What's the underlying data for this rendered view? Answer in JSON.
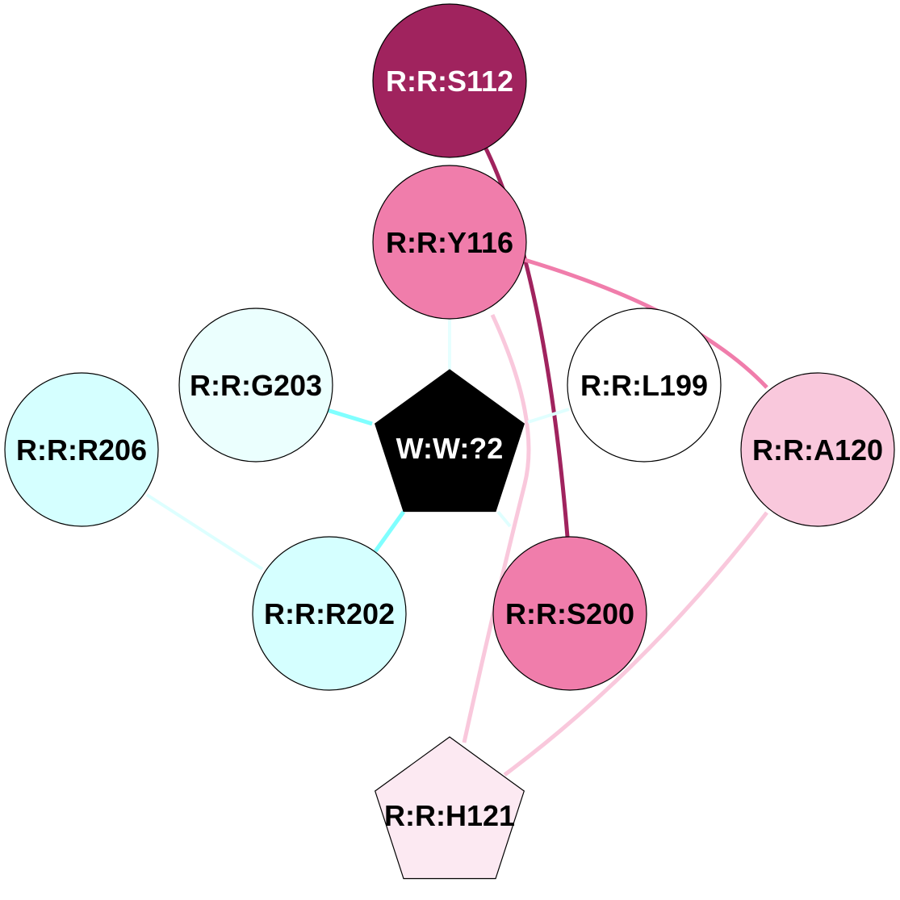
{
  "nodes": [
    {
      "id": "S112",
      "label": "R:R:S112",
      "shape": "circle",
      "fill": "#A0235E",
      "text_color": "#FFFFFF"
    },
    {
      "id": "Y116",
      "label": "R:R:Y116",
      "shape": "circle",
      "fill": "#F07DAB",
      "text_color": "#000000"
    },
    {
      "id": "G203",
      "label": "R:R:G203",
      "shape": "circle",
      "fill": "#EBFFFE",
      "text_color": "#000000"
    },
    {
      "id": "L199",
      "label": "R:R:L199",
      "shape": "circle",
      "fill": "#FFFFFF",
      "text_color": "#000000"
    },
    {
      "id": "R206",
      "label": "R:R:R206",
      "shape": "circle",
      "fill": "#D5FFFF",
      "text_color": "#000000"
    },
    {
      "id": "A120",
      "label": "R:R:A120",
      "shape": "circle",
      "fill": "#F9C8DC",
      "text_color": "#000000"
    },
    {
      "id": "W2",
      "label": "W:W:?2",
      "shape": "pentagon",
      "fill": "#000000",
      "text_color": "#FFFFFF"
    },
    {
      "id": "R202",
      "label": "R:R:R202",
      "shape": "circle",
      "fill": "#D5FFFF",
      "text_color": "#000000"
    },
    {
      "id": "S200",
      "label": "R:R:S200",
      "shape": "circle",
      "fill": "#F07DAB",
      "text_color": "#000000"
    },
    {
      "id": "H121",
      "label": "R:R:H121",
      "shape": "pentagon",
      "fill": "#FCE9F2",
      "text_color": "#000000"
    }
  ],
  "edges": [
    {
      "from": "S112",
      "to": "S200",
      "color": "#A0235E"
    },
    {
      "from": "Y116",
      "to": "A120",
      "color": "#F07DAB"
    },
    {
      "from": "Y116",
      "to": "H121",
      "color": "#F9C8DC"
    },
    {
      "from": "A120",
      "to": "H121",
      "color": "#F9C8DC"
    },
    {
      "from": "W2",
      "to": "G203",
      "color": "#80FFFF"
    },
    {
      "from": "W2",
      "to": "R202",
      "color": "#80FFFF"
    },
    {
      "from": "W2",
      "to": "Y116",
      "color": "#E6FFFF"
    },
    {
      "from": "W2",
      "to": "L199",
      "color": "#E0FFFF"
    },
    {
      "from": "W2",
      "to": "S200",
      "color": "#E0FFFF"
    },
    {
      "from": "R206",
      "to": "R202",
      "color": "#DDFFFF"
    }
  ]
}
